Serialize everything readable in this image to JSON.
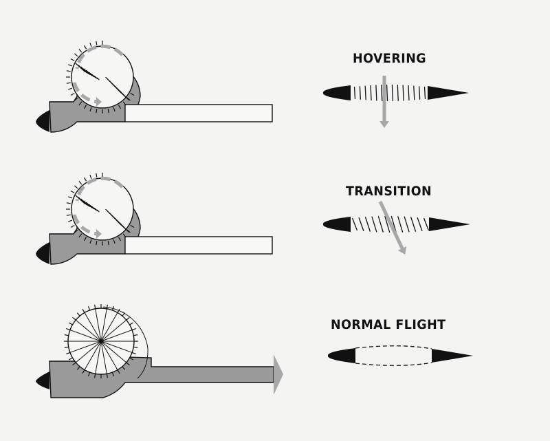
{
  "modes": {
    "hovering": {
      "label": "HOVERING"
    },
    "transition": {
      "label": "TRANSITION"
    },
    "normal": {
      "label": "NORMAL  FLIGHT"
    }
  },
  "colors": {
    "background": "#f4f4f3",
    "housing": "#9a9a9a",
    "ink": "#111111",
    "flow_arrow": "#a8a8a8"
  }
}
